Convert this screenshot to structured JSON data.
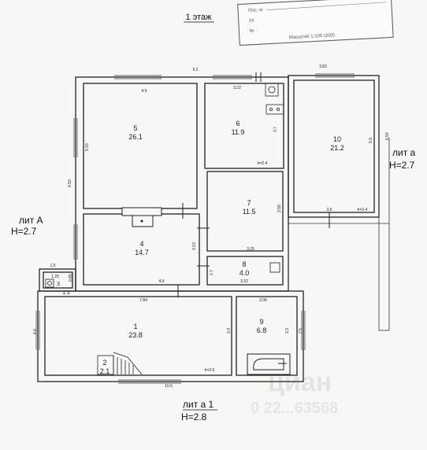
{
  "title": "1 этаж",
  "stamp": {
    "line1": "Пос. м",
    "line2": "Ул",
    "line3": "№",
    "scale": "Масштаб 1:100 (200)"
  },
  "rooms": [
    {
      "no": "5",
      "area": "26.1"
    },
    {
      "no": "6",
      "area": "11.9"
    },
    {
      "no": "10",
      "area": "21.2"
    },
    {
      "no": "7",
      "area": "11.5"
    },
    {
      "no": "4",
      "area": "14.7"
    },
    {
      "no": "8",
      "area": "4.0"
    },
    {
      "no": "1",
      "area": "23.8"
    },
    {
      "no": "9",
      "area": "6.8"
    },
    {
      "no": "3",
      "area": "1.1"
    },
    {
      "no": "2",
      "area": "2.1"
    }
  ],
  "dimensions": {
    "top_total": "9.2",
    "top_right": "3.82",
    "room5_top": "4.9",
    "room6_top": "3.22",
    "room5_side": "5.33",
    "room6_side": "3.7",
    "room10_side": "5.9",
    "outer_right": "6.54",
    "h_room6": "h=2.4",
    "outer_left": "9.53",
    "room7_side": "3.55",
    "room10_bottom": "3.6",
    "h_room10": "h=2.4",
    "room4_side": "3.13",
    "room7_bottom": "3.25",
    "ext_left": "1.5",
    "room3_top": "1.25",
    "room3_side": "0.85",
    "room4_bottom": "4.9",
    "room8_side": "1.7",
    "room8_bottom": "3.32",
    "room1_top": "7.84",
    "room9_top": "2.06",
    "room1_outer_left": "4.6",
    "room1_side": "3.3",
    "room9_side": "3.3",
    "room9_right": "2.5",
    "h_room1": "h=2.5",
    "bottom_total": "10.6"
  },
  "lit_labels": {
    "lit_a_right": "лит а",
    "lit_a_right_h": "H=2.7",
    "lit_A_left": "лит А",
    "lit_A_left_h": "H=2.7",
    "lit_a1": "лит а 1",
    "lit_a1_h": "H=2.8"
  },
  "watermark": {
    "brand": "циан",
    "number": "0 22...63568"
  }
}
